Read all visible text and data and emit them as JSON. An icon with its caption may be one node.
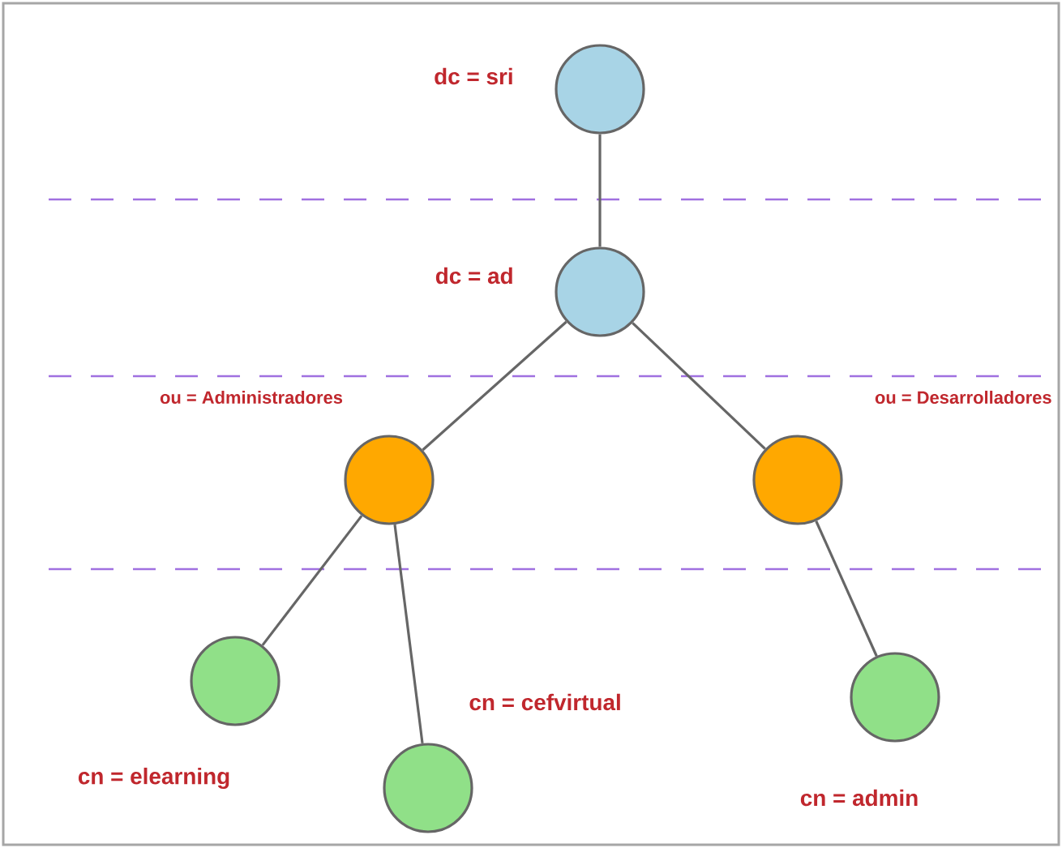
{
  "diagram": {
    "nodes": [
      {
        "text": [],
        "shape": "circle",
        "beside": [
          "dc = sri"
        ]
      },
      {
        "text": [],
        "shape": "circle",
        "beside": [
          "dc = ad"
        ]
      },
      {
        "text": [],
        "shape": "circle",
        "beside": [
          "ou = Administradores"
        ]
      },
      {
        "text": [],
        "shape": "circle",
        "beside": [
          "ou = Desarrolladores"
        ]
      },
      {
        "text": [],
        "shape": "circle",
        "beside": [
          "cn = elearning"
        ]
      },
      {
        "text": [],
        "shape": "circle",
        "beside": [
          "cn = cefvirtual"
        ]
      },
      {
        "text": [],
        "shape": "circle",
        "beside": [
          "cn = admin"
        ]
      }
    ],
    "edges": [
      {
        "from": 0,
        "to": 1,
        "arrow": "none"
      },
      {
        "from": 1,
        "to": 2,
        "arrow": "none"
      },
      {
        "from": 1,
        "to": 3,
        "arrow": "none"
      },
      {
        "from": 2,
        "to": 4,
        "arrow": "none"
      },
      {
        "from": 2,
        "to": 5,
        "arrow": "none"
      },
      {
        "from": 3,
        "to": 6,
        "arrow": "none"
      }
    ]
  }
}
